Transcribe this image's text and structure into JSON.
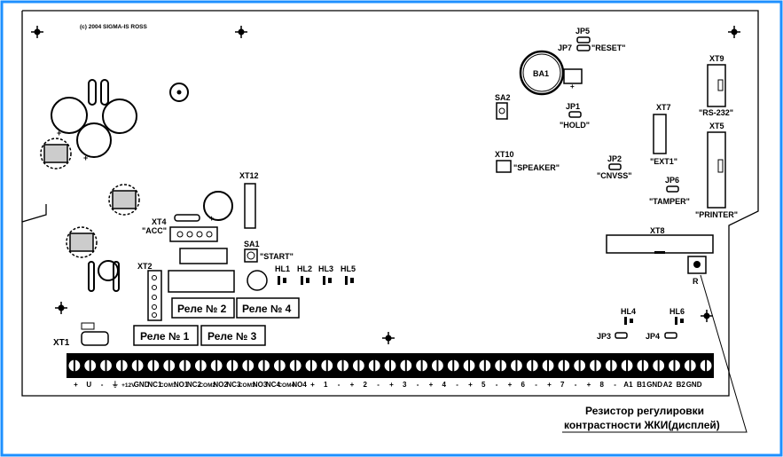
{
  "board": {
    "copyright": "(c) 2004 SIGMA-IS ROSS",
    "border_color": "#1e90ff"
  },
  "jumpers": {
    "jp5": "JP5",
    "jp7": "JP7",
    "reset": "\"RESET\"",
    "jp1": "JP1",
    "hold": "\"HOLD\"",
    "jp2": "JP2",
    "cnvss": "\"CNVSS\"",
    "jp6": "JP6",
    "tamper": "\"TAMPER\"",
    "jp3": "JP3",
    "jp4": "JP4"
  },
  "components": {
    "ba1": "BA1",
    "sa2": "SA2",
    "xt10": "XT10",
    "speaker": "\"SPEAKER\"",
    "xt9": "XT9",
    "rs232": "\"RS-232\"",
    "xt7": "XT7",
    "ext1": "\"EXT1\"",
    "xt5": "XT5",
    "printer": "\"PRINTER\"",
    "xt8": "XT8",
    "r": "R",
    "xt12": "XT12",
    "xt4": "XT4",
    "acc": "\"ACC\"",
    "sa1": "SA1",
    "start": "\"START\"",
    "xt2": "XT2",
    "xt1": "XT1",
    "hl1": "HL1",
    "hl2": "HL2",
    "hl3": "HL3",
    "hl5": "HL5",
    "hl4": "HL4",
    "hl6": "HL6"
  },
  "relays": {
    "r1": "Реле № 1",
    "r2": "Реле № 2",
    "r3": "Реле № 3",
    "r4": "Реле № 4"
  },
  "terminals": [
    "+",
    "U",
    "-",
    "⏚",
    "+12V",
    "GND",
    "NC1",
    "COM1",
    "NO1",
    "NC2",
    "COM2",
    "NO2",
    "NC3",
    "COM3",
    "NO3",
    "NC4",
    "COM4",
    "NO4",
    "+",
    "1",
    "-",
    "+",
    "2",
    "-",
    "+",
    "3",
    "-",
    "+",
    "4",
    "-",
    "+",
    "5",
    "-",
    "+",
    "6",
    "-",
    "+",
    "7",
    "-",
    "+",
    "8",
    "-",
    "A1",
    "B1",
    "GND",
    "A2",
    "B2",
    "GND"
  ],
  "callout": {
    "line1": "Резистор регулировки",
    "line2": "контрастности ЖКИ(дисплей)"
  }
}
